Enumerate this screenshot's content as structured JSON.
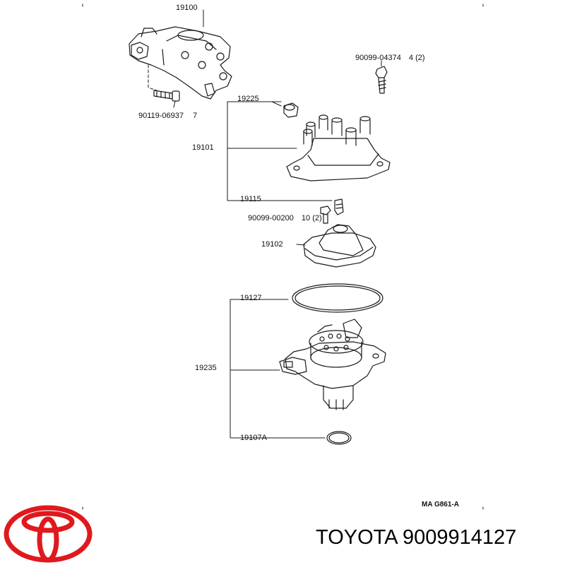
{
  "parts": {
    "p19100": "19100",
    "p19225": "19225",
    "p19101": "19101",
    "p19115": "19115",
    "p19102": "19102",
    "p19127": "19127",
    "p19235": "19235",
    "p19107a": "19107A",
    "bolt_top": "90099-04374",
    "bolt_top_qty": "4 (2)",
    "bolt_left": "90119-06937",
    "bolt_left_qty": "7",
    "screw_mid": "90099-00200",
    "screw_mid_qty": "10 (2)"
  },
  "reference": "MA G861-A",
  "footer": {
    "brand_part": "TOYOTA 9009914127",
    "logo": "toyota-logo"
  },
  "colors": {
    "logo_red": "#e0191e",
    "ink": "#1a1a1a"
  }
}
